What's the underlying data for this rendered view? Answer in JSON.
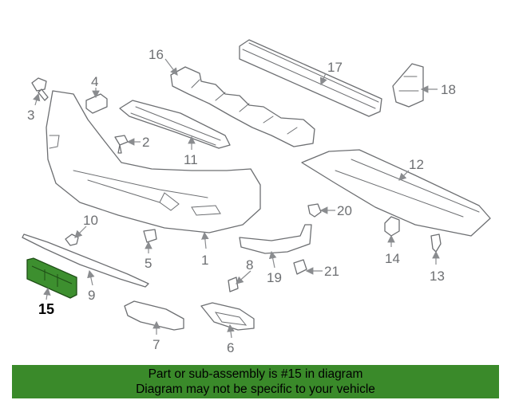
{
  "callouts": {
    "c1": "1",
    "c2": "2",
    "c3": "3",
    "c4": "4",
    "c5": "5",
    "c6": "6",
    "c7": "7",
    "c8": "8",
    "c9": "9",
    "c10": "10",
    "c11": "11",
    "c12": "12",
    "c13": "13",
    "c14": "14",
    "c15": "15",
    "c16": "16",
    "c17": "17",
    "c18": "18",
    "c19": "19",
    "c20": "20",
    "c21": "21"
  },
  "highlighted_part": "15",
  "colors": {
    "highlight": "#3d8f2f",
    "banner": "#3a8a2a",
    "line": "#6d6f72"
  },
  "banner": {
    "line1": "Part or sub-assembly is #15 in diagram",
    "line2": "Diagram may not be specific to your vehicle"
  }
}
